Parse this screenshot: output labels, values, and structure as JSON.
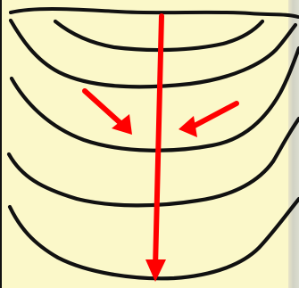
{
  "diagram": {
    "background": "#fbf8c9",
    "contour_color": "#111111",
    "arrow_color": "#ff0000",
    "contour_icons": [
      "contour-line",
      "contour-line",
      "contour-line",
      "contour-line",
      "contour-line",
      "contour-line"
    ],
    "arrow_icons": [
      "downslope-arrow",
      "converging-arrow-left",
      "converging-arrow-right"
    ]
  }
}
